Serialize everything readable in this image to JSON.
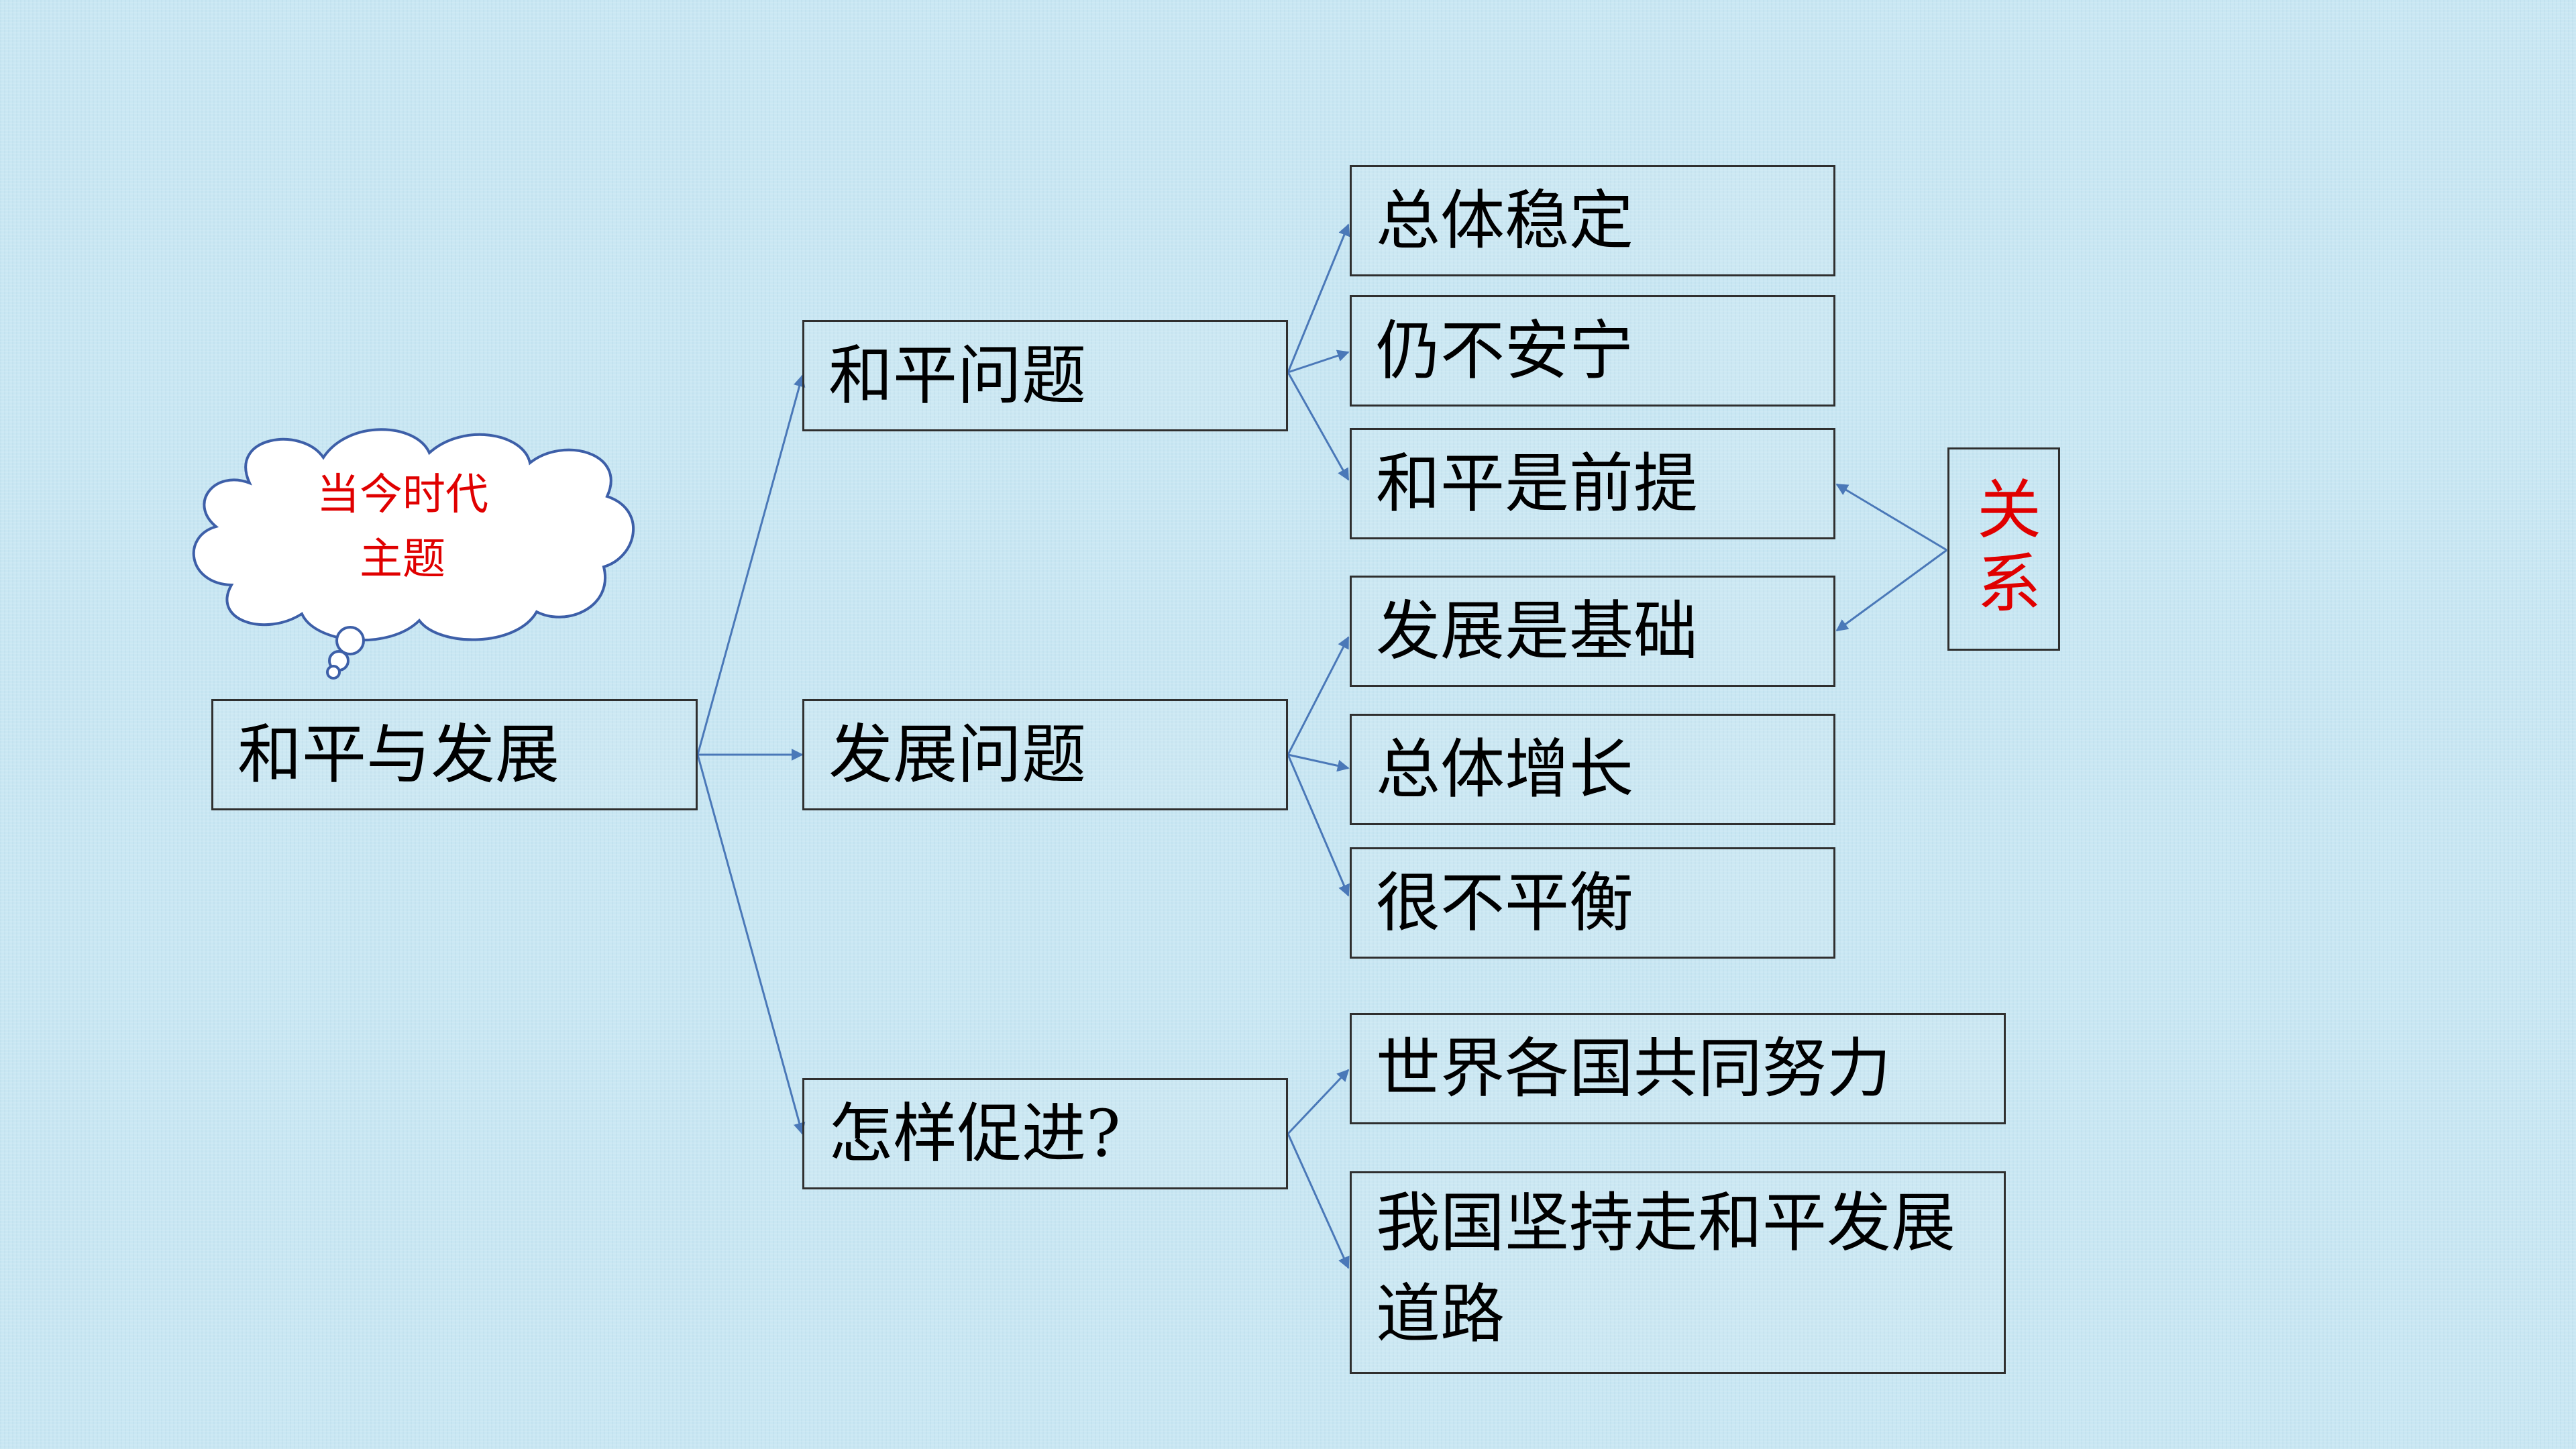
{
  "cloud": {
    "lines": [
      "当今时代",
      "主题"
    ]
  },
  "root": {
    "label": "和平与发展"
  },
  "branches": [
    {
      "label": "和平问题",
      "leaves": [
        "总体稳定",
        "仍不安宁",
        "和平是前提"
      ]
    },
    {
      "label": "发展问题",
      "leaves": [
        "发展是基础",
        "总体增长",
        "很不平衡"
      ]
    },
    {
      "label": "怎样促进?",
      "leaves": [
        "世界各国共同努力",
        "我国坚持走和平发展道路"
      ]
    }
  ],
  "relation": {
    "label": "关系"
  },
  "colors": {
    "arrow": "#4a78b8",
    "relation_text": "#e00000",
    "cloud_outline": "#3d5fa8",
    "border": "#2f2f2f"
  }
}
